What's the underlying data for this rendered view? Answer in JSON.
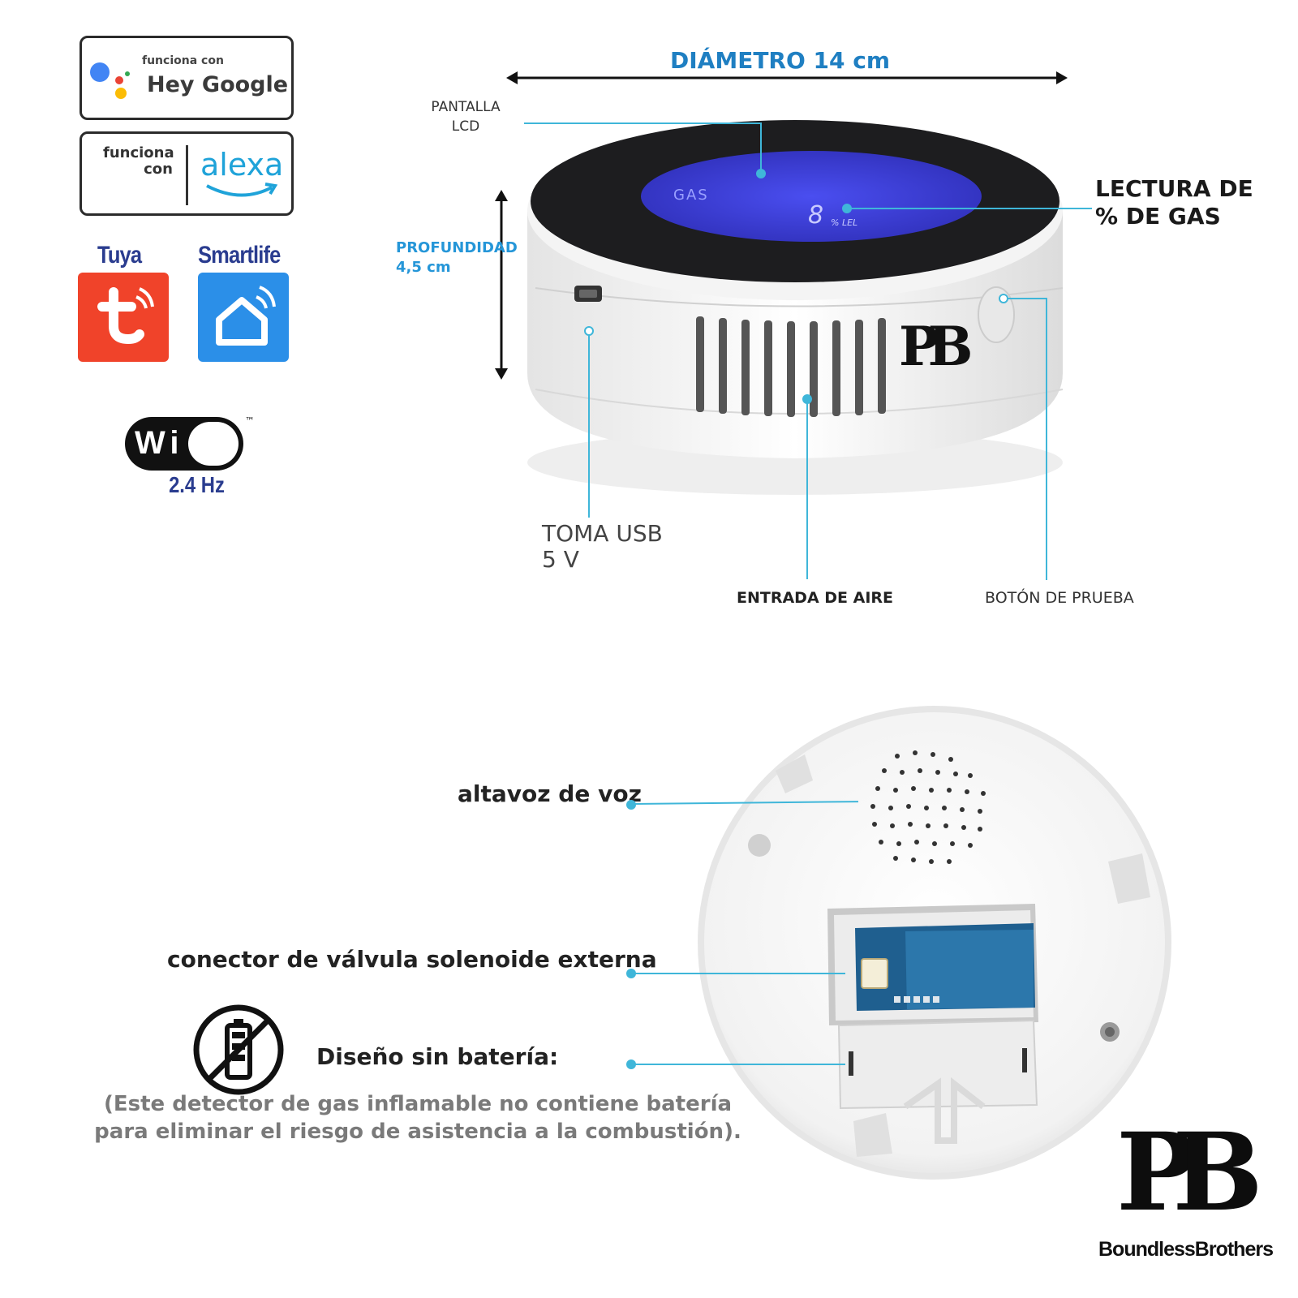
{
  "badges": {
    "google": {
      "small": "funciona con",
      "big": "Hey Google"
    },
    "alexa": {
      "small": "funciona con",
      "word": "alexa"
    },
    "apps": [
      {
        "name": "Tuya",
        "color": "#f0432a"
      },
      {
        "name": "Smartlife",
        "color": "#2b8fe8"
      }
    ],
    "wifi": {
      "logo": "Wi Fi",
      "tm": "™",
      "freq": "2.4 Hz"
    }
  },
  "device_top": {
    "diameter_label": "DIÁMETRO 14 cm",
    "lcd_label": "PANTALLA LCD",
    "depth_label": "PROFUNDIDAD",
    "depth_value": "4,5 cm",
    "gas_reading_label": "LECTURA DE % DE GAS",
    "usb_label": "TOMA USB 5 V",
    "air_label": "ENTRADA DE AIRE",
    "test_label": "BOTÓN DE PRUEBA",
    "screen_text": "GAS",
    "screen_unit": "% LEL",
    "screen_digit": "8"
  },
  "device_bottom": {
    "speaker_label": "altavoz de voz",
    "valve_label": "conector de válvula solenoide externa",
    "battery_label": "Diseño sin batería:",
    "note": "(Este detector de gas inflamable no contiene batería para eliminar el riesgo de asistencia a la combustión)."
  },
  "brand": {
    "logo": "PB",
    "name": "BoundlessBrothers"
  },
  "colors": {
    "accent": "#3fb6d9",
    "title_blue": "#1f7fc2",
    "lcd_blue": "#3b3fd6"
  }
}
